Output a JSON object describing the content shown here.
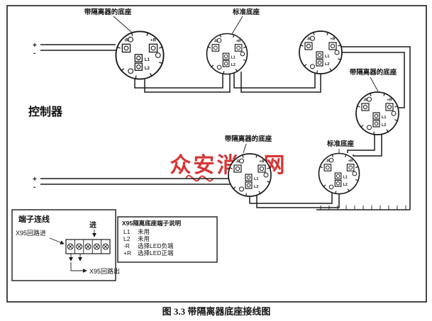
{
  "window": {
    "caption": "图 3.3 带隔离器底座接线图"
  },
  "controller": {
    "label": "控制器",
    "plus": "+",
    "minus": "-"
  },
  "base_labels": {
    "top_isolator": "带隔离器的底座",
    "top_standard": "标准底座",
    "right_isolator": "带隔离器的底座",
    "mid_isolator": "带隔离器的底座",
    "bottom_standard": "标准底座"
  },
  "base_terminals": {
    "l1": "L1",
    "l2": "L2",
    "r_minus": "-R",
    "r_plus": "+R"
  },
  "watermark": {
    "text": "众安消防网",
    "color": "#d22222"
  },
  "terminal_box": {
    "title": "端子连线",
    "in_arrow_label": "进",
    "loop_in": "X95回路进",
    "loop_out": "X95回路出"
  },
  "legend": {
    "title": "X95隔离底座端子说明",
    "items": [
      {
        "term": "L1",
        "desc": "未用"
      },
      {
        "term": "L2",
        "desc": "未用"
      },
      {
        "term": "-R",
        "desc": "选择LED负端"
      },
      {
        "term": "+R",
        "desc": "选择LED正端"
      }
    ]
  }
}
